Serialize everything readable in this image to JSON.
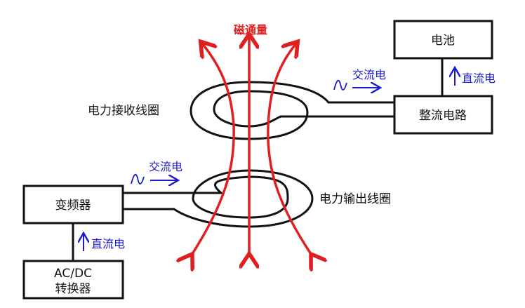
{
  "flux_label": "磁通量",
  "boxes": {
    "battery": "电池",
    "rectifier": "整流电路",
    "inverter": "变频器",
    "acdc_line1": "AC/DC",
    "acdc_line2": "转换器"
  },
  "coils": {
    "receive": "电力接收线圈",
    "transmit": "电力输出线圈"
  },
  "currents": {
    "ac_top": "交流电",
    "dc_top": "直流电",
    "ac_bottom": "交流电",
    "dc_bottom": "直流电"
  },
  "colors": {
    "flux": "#e02020",
    "current": "#1a1acc",
    "line": "#111111"
  }
}
